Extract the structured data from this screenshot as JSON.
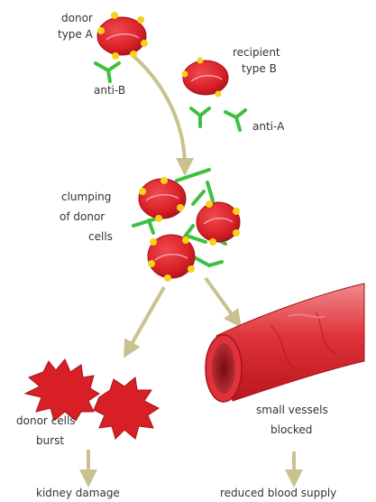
{
  "labels": {
    "donor_line1": "donor",
    "donor_line2": "type A",
    "recipient_line1": "recipient",
    "recipient_line2": "type B",
    "anti_b": "anti-B",
    "anti_a": "anti-A",
    "clumping_line1": "clumping",
    "clumping_line2": "of donor",
    "clumping_line3": "cells",
    "burst_line1": "donor cells",
    "burst_line2": "burst",
    "vessel_line1": "small vessels",
    "vessel_line2": "blocked",
    "kidney": "kidney damage",
    "blood_supply": "reduced blood supply"
  },
  "colors": {
    "cell_red": "#d81f26",
    "cell_dark": "#a3141a",
    "antigen_yellow": "#f5d31a",
    "antibody_green": "#3fbf3f",
    "arrow_khaki": "#c9c28e",
    "vessel_red": "#e0323a"
  }
}
